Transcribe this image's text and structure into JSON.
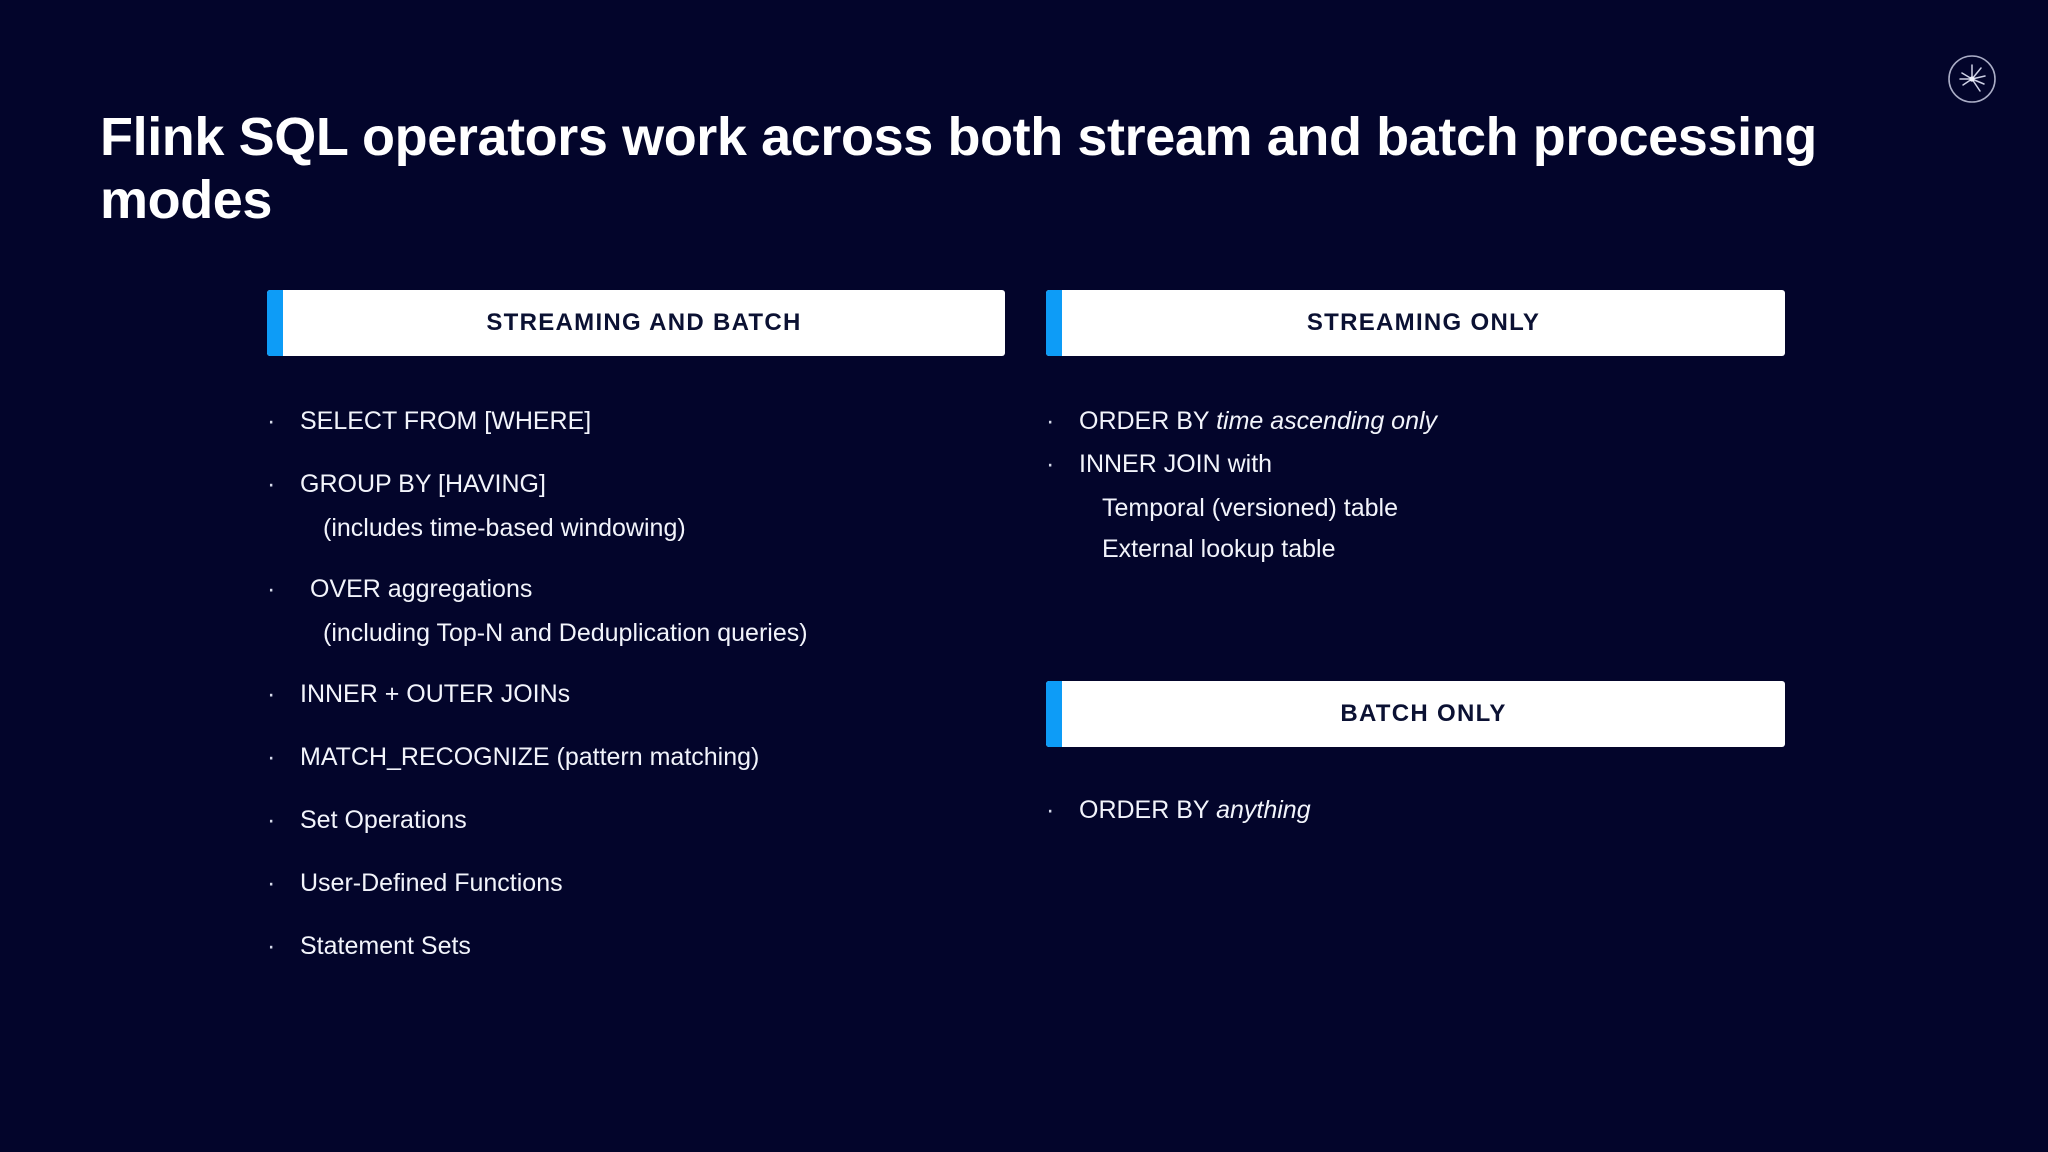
{
  "slide": {
    "background_color": "#03052b",
    "accent_color": "#0d9cf7",
    "card_background": "#ffffff",
    "card_text_color": "#0b1133",
    "body_text_color": "#f2f4fb",
    "title": "Flink SQL operators work across both stream and batch processing modes",
    "logo_name": "apache-flink-squirrel-logo"
  },
  "columns": {
    "streaming_and_batch": {
      "header": "STREAMING AND BATCH",
      "items": [
        {
          "bullet": "·",
          "text": "SELECT FROM [WHERE]",
          "sub": []
        },
        {
          "bullet": "·",
          "text": "GROUP BY [HAVING]",
          "sub": [
            "(includes time-based windowing)"
          ]
        },
        {
          "bullet": "·",
          "text": " OVER aggregations",
          "sub": [
            "(including Top-N and Deduplication queries)"
          ]
        },
        {
          "bullet": "·",
          "text": "INNER + OUTER JOINs",
          "sub": []
        },
        {
          "bullet": "·",
          "text": "MATCH_RECOGNIZE (pattern matching)",
          "sub": []
        },
        {
          "bullet": "·",
          "text": "Set Operations",
          "sub": []
        },
        {
          "bullet": "·",
          "text": "User-Defined Functions",
          "sub": []
        },
        {
          "bullet": "·",
          "text": "Statement Sets",
          "sub": []
        }
      ]
    },
    "streaming_only": {
      "header": "STREAMING ONLY",
      "items": [
        {
          "bullet": "·",
          "text_plain": "ORDER BY ",
          "text_italic": "time ascending only",
          "sub": []
        },
        {
          "bullet": "·",
          "text_plain": "INNER JOIN with",
          "text_italic": "",
          "sub": [
            "Temporal (versioned) table",
            "External lookup table"
          ]
        }
      ]
    },
    "batch_only": {
      "header": "BATCH ONLY",
      "items": [
        {
          "bullet": "·",
          "text_plain": "ORDER BY ",
          "text_italic": "anything",
          "sub": []
        }
      ]
    }
  }
}
